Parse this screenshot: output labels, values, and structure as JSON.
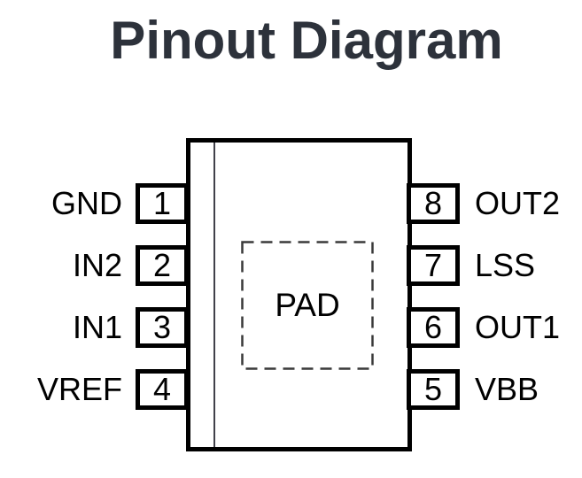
{
  "title": "Pinout Diagram",
  "colors": {
    "title_text": "#2d323b",
    "diagram_line": "#000000",
    "pin1_indicator": "#41414a",
    "pad_dash": "#3a3a3a"
  },
  "chip": {
    "pad_label": "PAD",
    "left_pins": [
      {
        "number": "1",
        "label": "GND"
      },
      {
        "number": "2",
        "label": "IN2"
      },
      {
        "number": "3",
        "label": "IN1"
      },
      {
        "number": "4",
        "label": "VREF"
      }
    ],
    "right_pins": [
      {
        "number": "8",
        "label": "OUT2"
      },
      {
        "number": "7",
        "label": "LSS"
      },
      {
        "number": "6",
        "label": "OUT1"
      },
      {
        "number": "5",
        "label": "VBB"
      }
    ]
  }
}
